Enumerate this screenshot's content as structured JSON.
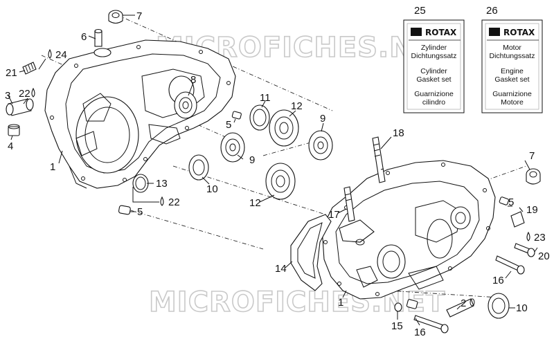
{
  "watermark": "MICROFICHES.NET",
  "gasket_cards": [
    {
      "number": "25",
      "brand": "ROTAX",
      "lines": [
        "Zylinder",
        "Dichtungssatz",
        "Cylinder",
        "Gasket set",
        "Guarnizione",
        "cilindro"
      ]
    },
    {
      "number": "26",
      "brand": "ROTAX",
      "lines": [
        "Motor",
        "Dichtungssatz",
        "Engine",
        "Gasket set",
        "Guarnizione",
        "Motore"
      ]
    }
  ],
  "callouts": {
    "c7a": "7",
    "c6": "6",
    "c24": "24",
    "c21": "21",
    "c3": "3",
    "c22a": "22",
    "c4": "4",
    "c8": "8",
    "c1a": "1",
    "c11": "11",
    "c12a": "12",
    "c5a": "5",
    "c9a": "9",
    "c9b": "9",
    "c10a": "10",
    "c13": "13",
    "c22b": "22",
    "c5b": "5",
    "c12b": "12",
    "c18": "18",
    "c7b": "7",
    "c5c": "5",
    "c19": "19",
    "c17": "17",
    "c23": "23",
    "c20": "20",
    "c14": "14",
    "c16a": "16",
    "c1b": "1",
    "c2": "2",
    "c10b": "10",
    "c15": "15",
    "c16b": "16"
  }
}
